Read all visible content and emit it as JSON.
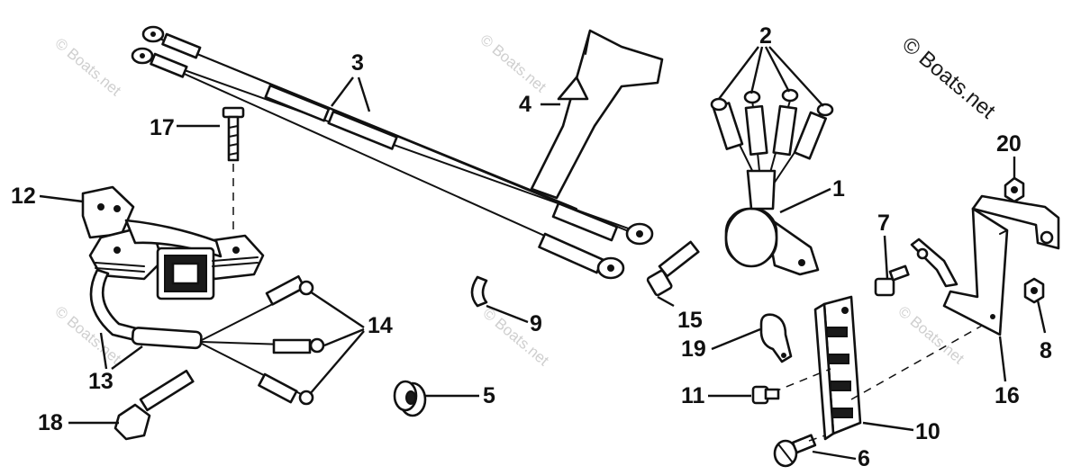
{
  "watermark": {
    "main": "© Boats.net",
    "faint": "© Boats.net"
  },
  "callouts": {
    "c1": "1",
    "c2": "2",
    "c3": "3",
    "c4": "4",
    "c5": "5",
    "c6": "6",
    "c7": "7",
    "c8": "8",
    "c9": "9",
    "c10": "10",
    "c11": "11",
    "c12": "12",
    "c13": "13",
    "c14": "14",
    "c15": "15",
    "c16": "16",
    "c17": "17",
    "c18": "18",
    "c19": "19",
    "c20": "20"
  }
}
